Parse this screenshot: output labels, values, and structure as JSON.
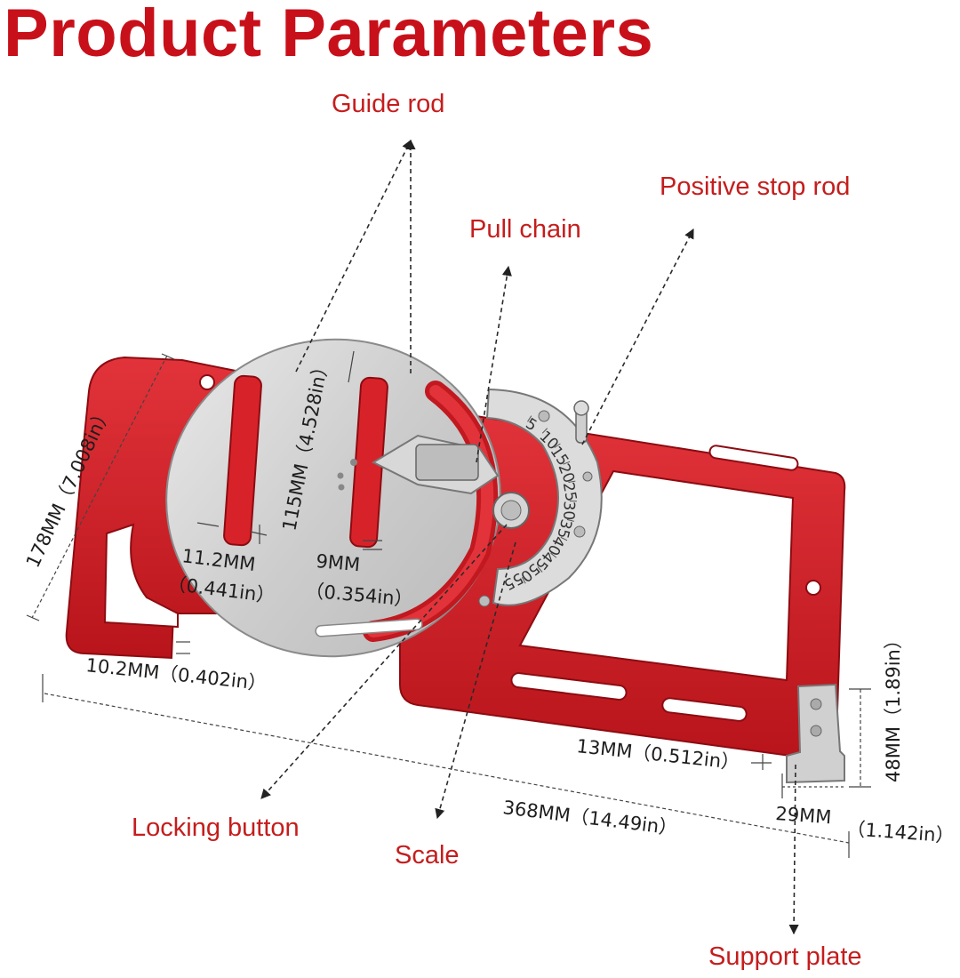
{
  "title": "Product Parameters",
  "colors": {
    "title": "#c8101a",
    "label": "#c51d1d",
    "frame": "#d31f26",
    "plate": "#cfcfcf"
  },
  "labels": {
    "guide_rod": "Guide rod",
    "positive_stop_rod": "Positive stop rod",
    "pull_chain": "Pull chain",
    "locking_button": "Locking button",
    "scale": "Scale",
    "support_plate": "Support plate"
  },
  "dimensions": {
    "overall_height": "178MM（7.008in）",
    "plate_diameter": "115MM（4.528in）",
    "rod_width_mm": "11.2MM",
    "rod_width_in": "（0.441in）",
    "slot_width_mm": "9MM",
    "slot_width_in": "（0.354in）",
    "hook_gap": "10.2MM（0.402in）",
    "frame_thickness": "13MM（0.512in）",
    "support_height": "48MM（1.89in）",
    "overall_length": "368MM（14.49in）",
    "support_width_mm": "29MM",
    "support_width_in": "（1.142in）"
  },
  "scale_marks": [
    "5",
    "10",
    "15",
    "20",
    "25",
    "30",
    "35",
    "40",
    "45",
    "50",
    "55"
  ]
}
